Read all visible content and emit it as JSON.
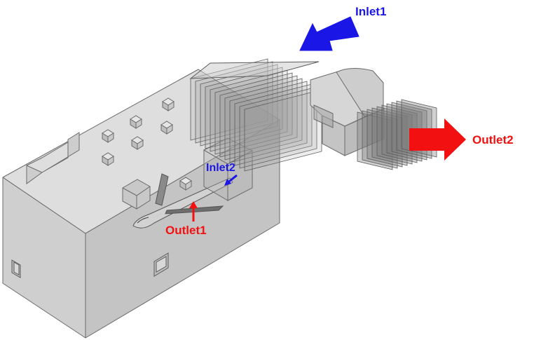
{
  "labels": {
    "inlet1": "Inlet1",
    "inlet2": "Inlet2",
    "outlet1": "Outlet1",
    "outlet2": "Outlet2"
  },
  "colors": {
    "inlet": "#1a16e6",
    "outlet": "#f21010",
    "body_face": "#d6d6d6",
    "body_side": "#c4c4c4",
    "body_top": "#dedede",
    "edge": "#6a6a6a",
    "filter": "#8c8c8c"
  }
}
